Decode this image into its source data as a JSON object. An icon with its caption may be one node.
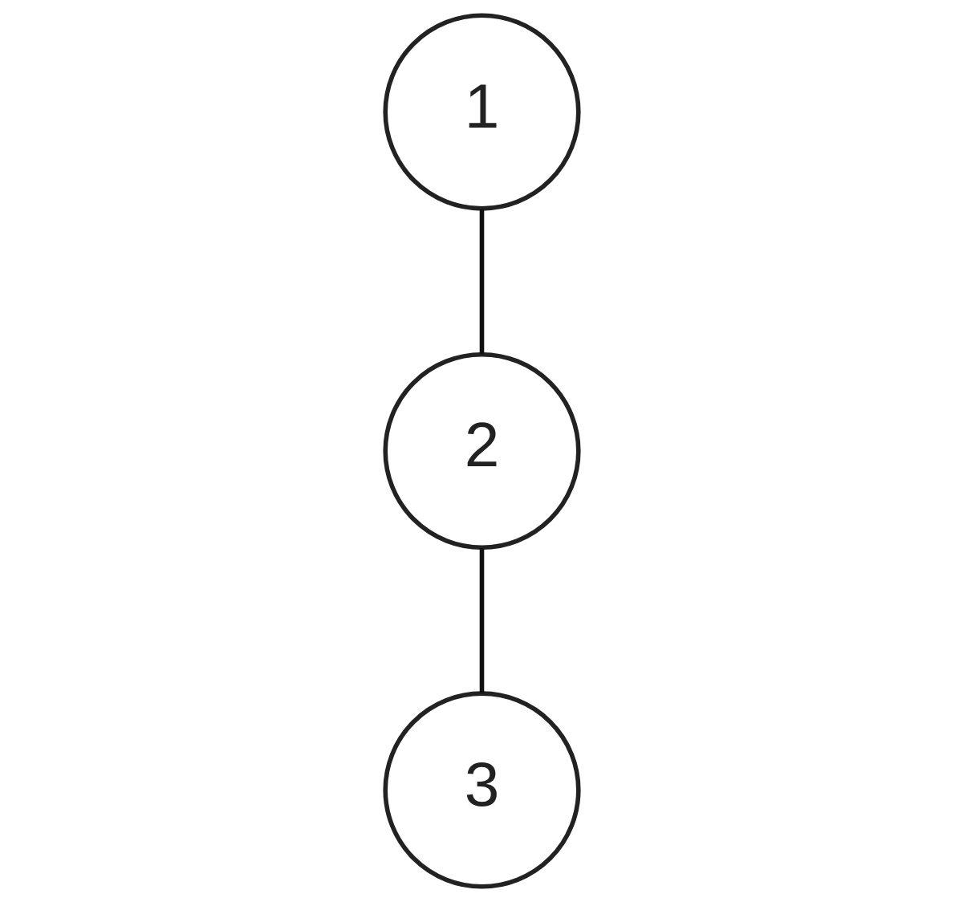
{
  "diagram": {
    "nodes": [
      {
        "text": [
          "1"
        ]
      },
      {
        "text": [
          "2"
        ]
      },
      {
        "text": [
          "3"
        ]
      }
    ],
    "edges": [
      {
        "from": 0,
        "to": 1,
        "arrow": "none"
      },
      {
        "from": 1,
        "to": 2,
        "arrow": "none"
      }
    ]
  }
}
